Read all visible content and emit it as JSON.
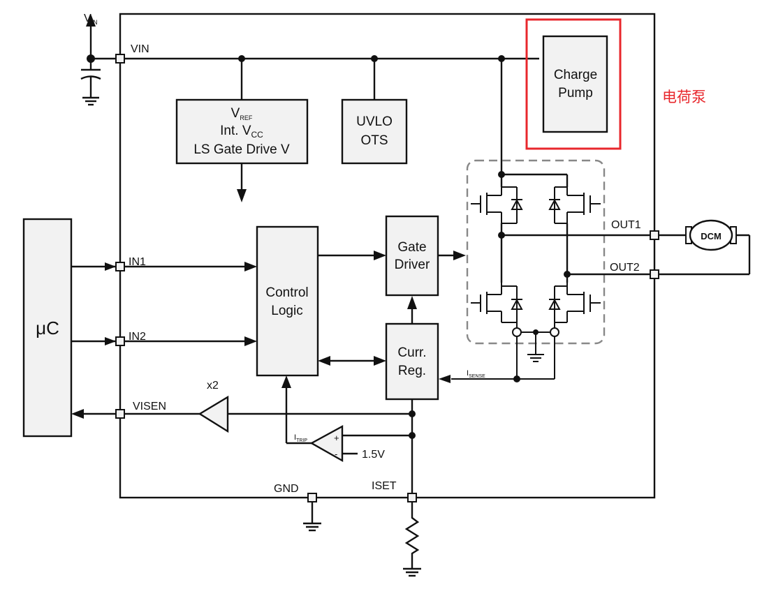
{
  "supply": {
    "vin_main": "V",
    "vin_sub": "IN"
  },
  "pins": {
    "vin": "VIN",
    "in1": "IN1",
    "in2": "IN2",
    "visen": "VISEN",
    "gnd": "GND",
    "iset": "ISET",
    "out1": "OUT1",
    "out2": "OUT2"
  },
  "blocks": {
    "vref_main": "V",
    "vref_sub": "REF",
    "intvcc_main": "Int. V",
    "intvcc_sub": "CC",
    "ls_gate": "LS Gate Drive V",
    "uvlo": "UVLO",
    "ots": "OTS",
    "charge_pump_line1": "Charge",
    "charge_pump_line2": "Pump",
    "gate_driver_line1": "Gate",
    "gate_driver_line2": "Driver",
    "control_logic_line1": "Control",
    "control_logic_line2": "Logic",
    "curr_reg_line1": "Curr.",
    "curr_reg_line2": "Reg.",
    "mcu": "μC",
    "motor": "DCM"
  },
  "annotations": {
    "charge_pump_note": "电荷泵",
    "gain": "x2",
    "itrip_main": "I",
    "itrip_sub": "TRIP",
    "isense_main": "I",
    "isense_sub": "SENSE",
    "ref_voltage": "1.5V",
    "comp_plus": "+",
    "comp_minus": "-"
  },
  "colors": {
    "highlight": "#e8272c",
    "block_fill": "#f2f2f2",
    "bridge_outline": "#888888"
  }
}
